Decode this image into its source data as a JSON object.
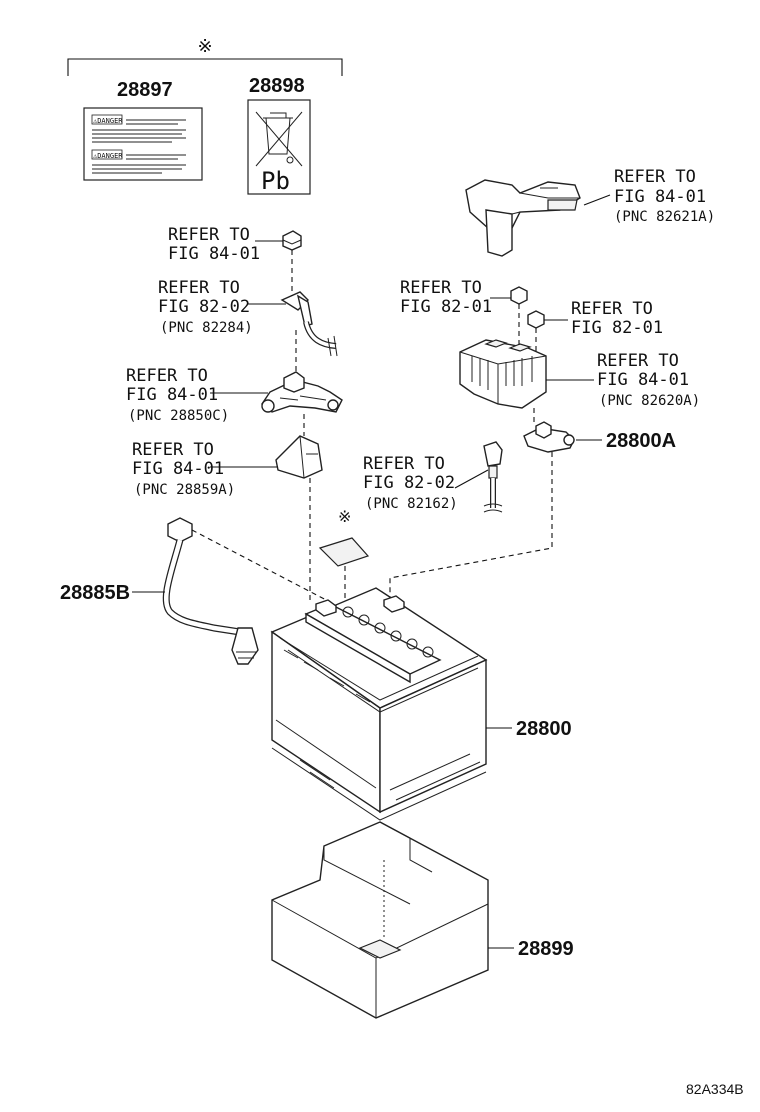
{
  "header_mark": "※",
  "labels": {
    "label_28897": "28897",
    "label_28898": "28898",
    "pb": "Pb",
    "warning_tag": "⚠DANGER"
  },
  "refs": [
    {
      "line1": "REFER TO",
      "line2": "FIG 84-01",
      "pnc": "(PNC 82621A)"
    },
    {
      "line1": "REFER TO",
      "line2": "FIG 84-01",
      "pnc": ""
    },
    {
      "line1": "REFER TO",
      "line2": "FIG 82-02",
      "pnc": "(PNC 82284)"
    },
    {
      "line1": "REFER TO",
      "line2": "FIG 82-01",
      "pnc": ""
    },
    {
      "line1": "REFER TO",
      "line2": "FIG 82-01",
      "pnc": ""
    },
    {
      "line1": "REFER TO",
      "line2": "FIG 84-01",
      "pnc": "(PNC 82620A)"
    },
    {
      "line1": "REFER TO",
      "line2": "FIG 84-01",
      "pnc": "(PNC 28850C)"
    },
    {
      "line1": "REFER TO",
      "line2": "FIG 84-01",
      "pnc": "(PNC 28859A)"
    },
    {
      "line1": "REFER TO",
      "line2": "FIG 82-02",
      "pnc": "(PNC 82162)"
    }
  ],
  "parts": {
    "p28800A": "28800A",
    "p28885B": "28885B",
    "p28800": "28800",
    "p28899": "28899"
  },
  "note_mark": "※",
  "diagram_code": "82A334B"
}
